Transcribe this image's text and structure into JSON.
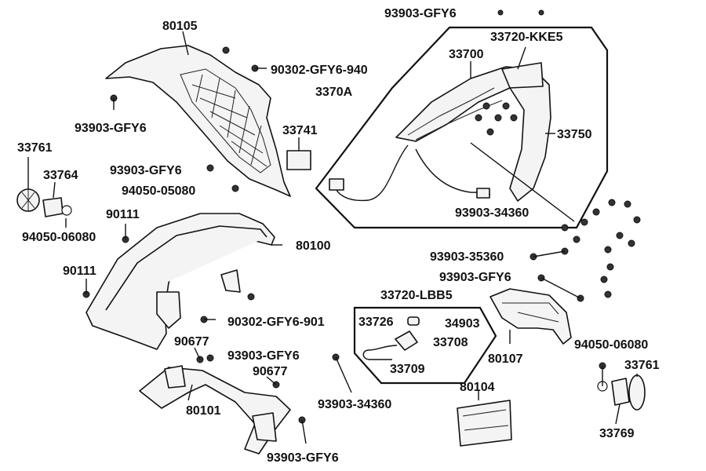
{
  "diagram": {
    "labels": {
      "p80105": "80105",
      "p90302_940": "90302-GFY6-940",
      "p93903_gfy6_a": "93903-GFY6",
      "p33761_a": "33761",
      "p33764": "33764",
      "p93903_gfy6_b": "93903-GFY6",
      "p94050_05080": "94050-05080",
      "p33741": "33741",
      "p94050_06080_a": "94050-06080",
      "p90111_a": "90111",
      "p80100": "80100",
      "p90111_b": "90111",
      "p90302_901": "90302-GFY6-901",
      "p90677_a": "90677",
      "p93903_gfy6_c": "93903-GFY6",
      "p90677_b": "90677",
      "p80101": "80101",
      "p93903_gfy6_d": "93903-GFY6",
      "p93903_34360_a": "93903-34360",
      "p93903_gfy6_top": "93903-GFY6",
      "p33720_kke5": "33720-KKE5",
      "p33700": "33700",
      "p3370a": "3370A",
      "p33750": "33750",
      "p93903_34360_b": "93903-34360",
      "p93903_35360": "93903-35360",
      "p93903_gfy6_e": "93903-GFY6",
      "p33720_lbb5": "33720-LBB5",
      "p33726": "33726",
      "p34903": "34903",
      "p33708": "33708",
      "p33709": "33709",
      "p80107": "80107",
      "p94050_06080_b": "94050-06080",
      "p33761_b": "33761",
      "p80104": "80104",
      "p33769": "33769"
    }
  }
}
